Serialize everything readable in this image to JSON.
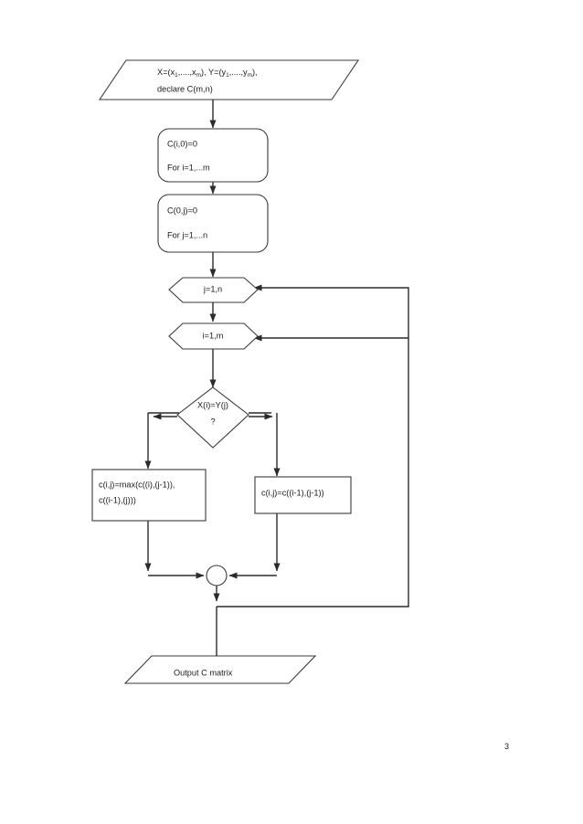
{
  "document": {
    "page_number": "3",
    "title": "Longest Common Subsequence flowchart"
  },
  "colors": {
    "stroke": "#3a3a3a",
    "connector": "#2b2b2b",
    "fill": "#ffffff",
    "text": "#1a1a1a"
  },
  "chart_data": {
    "type": "diagram",
    "diagram_kind": "flowchart",
    "nodes": [
      {
        "id": "input",
        "shape": "parallelogram",
        "lines": [
          "X=(x1,....,xm), Y=(y1,....,ym),",
          "declare C(m,n)"
        ]
      },
      {
        "id": "init-rows",
        "shape": "rounded-rectangle",
        "lines": [
          "C(i,0)=0",
          "For i=1,...m"
        ]
      },
      {
        "id": "init-cols",
        "shape": "rounded-rectangle",
        "lines": [
          "C(0,j)=0",
          "For j=1,...n"
        ]
      },
      {
        "id": "loop-j",
        "shape": "hexagon",
        "lines": [
          "j=1,n"
        ]
      },
      {
        "id": "loop-i",
        "shape": "hexagon",
        "lines": [
          "i=1,m"
        ]
      },
      {
        "id": "decision",
        "shape": "diamond",
        "lines": [
          "X(i)=Y(j)",
          "?"
        ]
      },
      {
        "id": "process-left",
        "shape": "rectangle",
        "lines": [
          "c(i,j)=max(c((i),(j-1)),",
          "c((i-1),(j)))"
        ]
      },
      {
        "id": "process-right",
        "shape": "rectangle",
        "lines": [
          "c(i,j)=c((i-1),(j-1))"
        ]
      },
      {
        "id": "merge",
        "shape": "circle",
        "lines": []
      },
      {
        "id": "output",
        "shape": "parallelogram",
        "lines": [
          "Output C matrix"
        ]
      }
    ],
    "edges": [
      {
        "from": "input",
        "to": "init-rows"
      },
      {
        "from": "init-rows",
        "to": "init-cols"
      },
      {
        "from": "init-cols",
        "to": "loop-j"
      },
      {
        "from": "loop-j",
        "to": "loop-i"
      },
      {
        "from": "loop-i",
        "to": "decision"
      },
      {
        "from": "decision",
        "to": "process-left"
      },
      {
        "from": "decision",
        "to": "process-right"
      },
      {
        "from": "process-left",
        "to": "merge"
      },
      {
        "from": "process-right",
        "to": "merge"
      },
      {
        "from": "merge",
        "to": "output"
      },
      {
        "from": "merge",
        "to": "loop-i",
        "kind": "feedback"
      },
      {
        "from": "merge",
        "to": "loop-j",
        "kind": "feedback"
      }
    ]
  },
  "labels": {
    "input_line1": "X=(x",
    "input_line1_sub1": "1",
    "input_line1_mid": ",....,x",
    "input_line1_sub2": "m",
    "input_line1_mid2": "), Y=(y",
    "input_line1_sub3": "1",
    "input_line1_mid3": ",....,y",
    "input_line1_sub4": "m",
    "input_line1_end": "),",
    "input_line2": "declare C(m,n)",
    "init_rows_line1": "C(i,0)=0",
    "init_rows_line2": "For i=1,...m",
    "init_cols_line1": "C(0,j)=0",
    "init_cols_line2": "For j=1,...n",
    "loop_j": "j=1,n",
    "loop_i": "i=1,m",
    "decision_line1": "X(i)=Y(j)",
    "decision_line2": "?",
    "process_left_line1": "c(i,j)=max(c((i),(j-1)),",
    "process_left_line2": "c((i-1),(j)))",
    "process_right_line1": "c(i,j)=c((i-1),(j-1))",
    "output_label": "Output C matrix",
    "page_number": "3"
  }
}
